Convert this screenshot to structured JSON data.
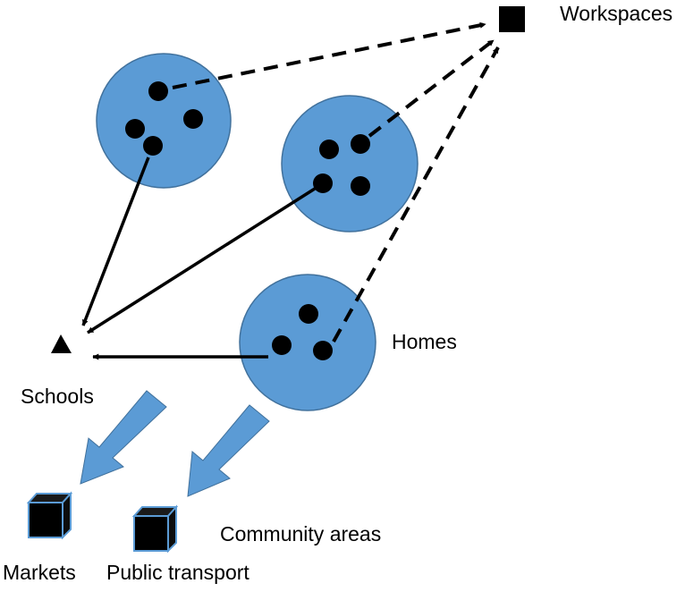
{
  "labels": {
    "workspaces": "Workspaces",
    "homes": "Homes",
    "schools": "Schools",
    "community_areas": "Community areas",
    "markets": "Markets",
    "public_transport": "Public transport"
  },
  "colors": {
    "home_fill": "#5b9bd5",
    "home_stroke": "#41719c",
    "ink": "#000000",
    "flow_arrow": "#5b9bd5"
  },
  "icons": {
    "workspaces": "square-icon",
    "schools": "triangle-icon",
    "markets": "cube-icon",
    "public_transport": "cube-icon",
    "people": "dot-icon"
  },
  "connections": {
    "dashed": "home-to-workspace",
    "solid": "home-to-school",
    "block": "to-community-areas"
  }
}
